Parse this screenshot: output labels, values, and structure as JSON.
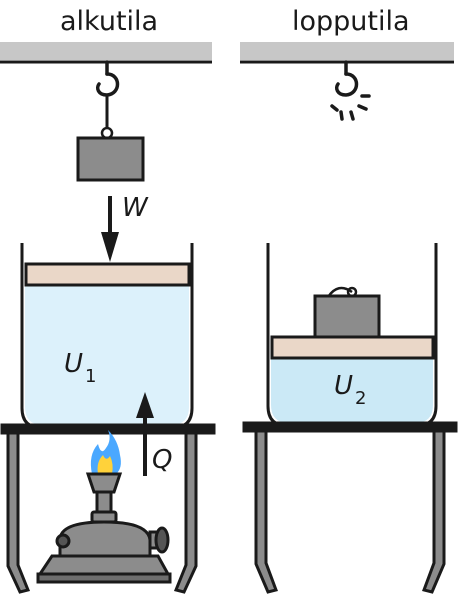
{
  "panels": {
    "initial": {
      "title": "alkutila",
      "energy_symbol": "U",
      "energy_subscript": "1"
    },
    "final": {
      "title": "lopputila",
      "energy_symbol": "U",
      "energy_subscript": "2"
    }
  },
  "arrows": {
    "work": "W",
    "heat": "Q"
  },
  "icons": [
    "ceiling-bar",
    "hook",
    "weight-block",
    "beaker",
    "piston-lid",
    "stand-table",
    "bunsen-burner",
    "flame"
  ],
  "colors": {
    "ceiling": "#c7c7c7",
    "water": "#dcf1fb",
    "water_final": "#cbe9f6",
    "lid": "#ead7c8",
    "metal": "#8c8c8c",
    "dark": "#1a1a1a",
    "flame_blue": "#4aa8ff",
    "flame_yellow": "#ffd23a"
  }
}
